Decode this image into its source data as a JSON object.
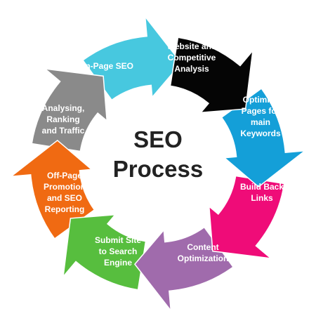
{
  "center": {
    "line1": "SEO",
    "line2": "Process"
  },
  "steps": [
    {
      "lines": [
        "Website and",
        "Competitive",
        "Analysis"
      ],
      "color": "#050505"
    },
    {
      "lines": [
        "Optimize",
        "Pages for",
        "main",
        "Keywords"
      ],
      "color": "#149fd8"
    },
    {
      "lines": [
        "Build Back",
        "Links"
      ],
      "color": "#ef0c78"
    },
    {
      "lines": [
        "Content",
        "Optimization"
      ],
      "color": "#a06bac"
    },
    {
      "lines": [
        "Submit Site",
        "to Search",
        "Engine"
      ],
      "color": "#57be3e"
    },
    {
      "lines": [
        "Off-Page",
        "Promotion",
        "and SEO",
        "Reporting"
      ],
      "color": "#f06a12"
    },
    {
      "lines": [
        "Analysing,",
        "Ranking",
        "and Traffic"
      ],
      "color": "#8a8a8a"
    },
    {
      "lines": [
        "On-Page SEO"
      ],
      "color": "#47c8df"
    }
  ]
}
